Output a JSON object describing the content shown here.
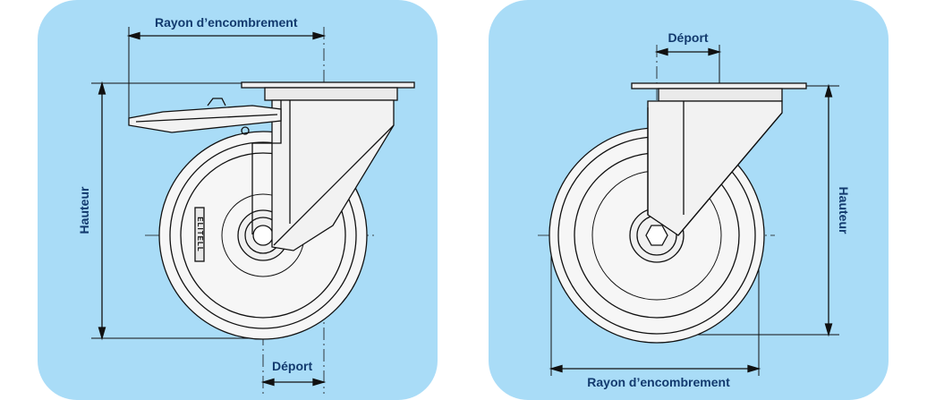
{
  "left_drawing": {
    "width_label": "Rayon d’encombrement",
    "height_label": "Hauteur",
    "offset_label": "Déport",
    "brand_mark": "ELITELL"
  },
  "right_drawing": {
    "offset_label": "Déport",
    "height_label": "Hauteur",
    "width_label": "Rayon d’encombrement"
  },
  "colors": {
    "panel_background": "#a9dcf7",
    "line_color": "#111111",
    "label_color": "#123a6e"
  }
}
